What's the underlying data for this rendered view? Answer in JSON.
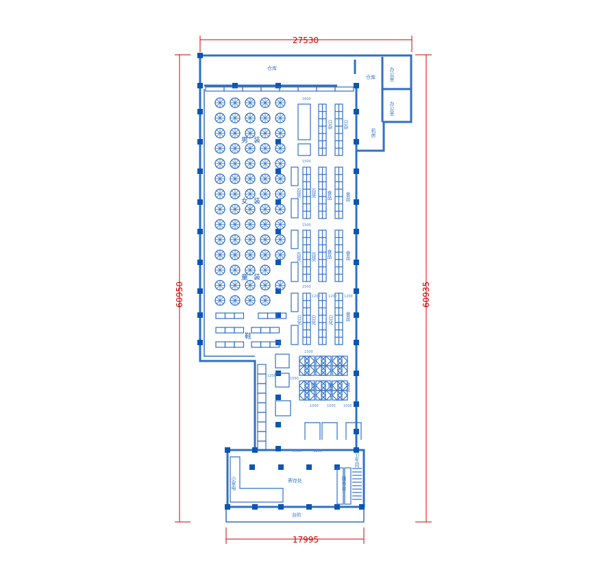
{
  "colors": {
    "wall": "#2f6fc4",
    "fill": "#0b56b3",
    "dim": "#d00000"
  },
  "dimensions": {
    "top": "27530",
    "left": "60950",
    "right": "60935",
    "bottom": "17995"
  },
  "rooms": {
    "warehouse_main": "仓库",
    "warehouse_side": "仓库",
    "office_1": "办公室",
    "office_2": "办公室",
    "machine_room": "机房",
    "restroom": "卫生间",
    "storage_counter": "寄存处",
    "service_desk": "服务台",
    "small_appliances": "小家电",
    "steps": "台阶"
  },
  "zones": {
    "mens": "男装",
    "womens": "女装",
    "kids": "童装",
    "shoes": "鞋"
  },
  "shelf_labels": {
    "sundries": "日杂",
    "general": "百货",
    "food": "食品",
    "toiletries": "日化",
    "bulk": "散货"
  },
  "notes": {
    "n1600": "1600",
    "n1500": "1500",
    "n1200": "1200",
    "n1000": "1000"
  }
}
